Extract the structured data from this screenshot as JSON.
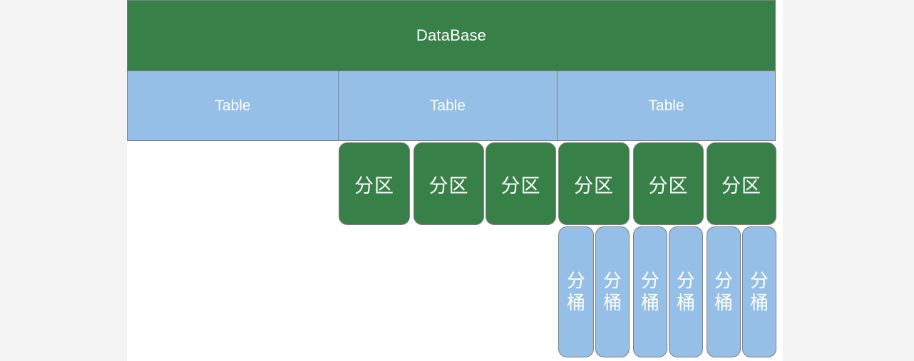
{
  "diagram": {
    "title": "DataBase hierarchy diagram",
    "colors": {
      "green": "#378048",
      "blue": "#95BFE6",
      "border": "#7f7f7f",
      "text": "#ffffff",
      "canvas": "#ffffff",
      "page_background": "#f4f4f4"
    },
    "database": {
      "label": "DataBase"
    },
    "tables": [
      {
        "label": "Table"
      },
      {
        "label": "Table"
      },
      {
        "label": "Table"
      }
    ],
    "partitions": [
      {
        "label": "分区"
      },
      {
        "label": "分区"
      },
      {
        "label": "分区"
      },
      {
        "label": "分区"
      },
      {
        "label": "分区"
      },
      {
        "label": "分区"
      }
    ],
    "buckets": [
      {
        "label": "分桶"
      },
      {
        "label": "分桶"
      },
      {
        "label": "分桶"
      },
      {
        "label": "分桶"
      },
      {
        "label": "分桶"
      },
      {
        "label": "分桶"
      }
    ]
  }
}
